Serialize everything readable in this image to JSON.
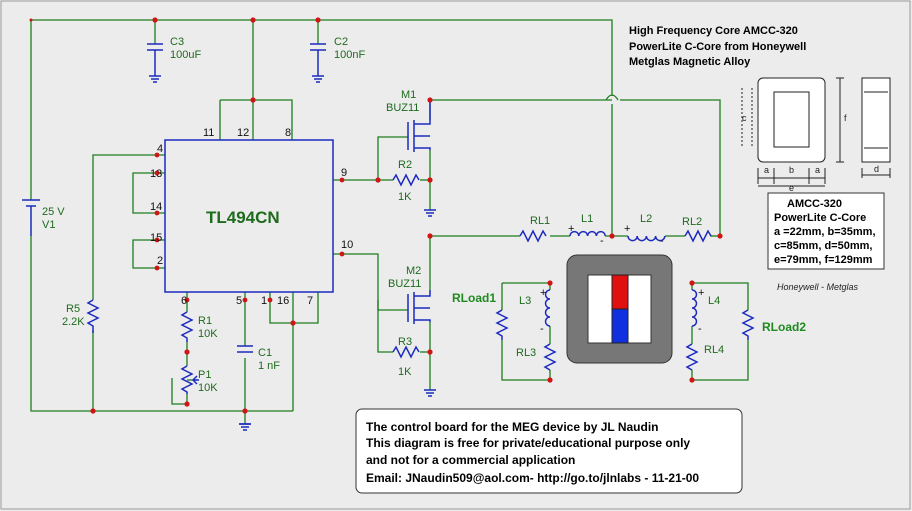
{
  "ic": {
    "name": "TL494CN",
    "pins": [
      "11",
      "12",
      "8",
      "4",
      "13",
      "14",
      "15",
      "2",
      "9",
      "10",
      "6",
      "5",
      "1",
      "16",
      "7"
    ]
  },
  "components": {
    "c3": [
      "C3",
      "100uF"
    ],
    "c2": [
      "C2",
      "100nF"
    ],
    "v1": [
      "25 V",
      "V1"
    ],
    "r5": [
      "R5",
      "2.2K"
    ],
    "r1": [
      "R1",
      "10K"
    ],
    "p1": [
      "P1",
      "10K"
    ],
    "c1": [
      "C1",
      "1 nF"
    ],
    "m1": [
      "M1",
      "BUZ11"
    ],
    "r2": [
      "R2",
      "1K"
    ],
    "m2": [
      "M2",
      "BUZ11"
    ],
    "r3": [
      "R3",
      "1K"
    ],
    "rl1": "RL1",
    "l1": "L1",
    "l2": "L2",
    "rl2": "RL2",
    "l3": "L3",
    "rl3": "RL3",
    "l4": "L4",
    "rl4": "RL4",
    "rload1": "RLoad1",
    "rload2": "RLoad2"
  },
  "core_info": {
    "lines": [
      "High Frequency Core AMCC-320",
      "PowerLite C-Core   from Honeywell",
      "Metglas Magnetic Alloy"
    ],
    "dims": [
      "c",
      "a",
      "b",
      "a",
      "e",
      "f",
      "d"
    ]
  },
  "spec_box": {
    "lines": [
      "AMCC-320",
      "PowerLite C-Core",
      "a =22mm, b=35mm,",
      "c=85mm, d=50mm,",
      "e=79mm, f=129mm"
    ],
    "caption": "Honeywell - Metglas"
  },
  "credits": {
    "lines": [
      "The control board for the MEG device by JL Naudin",
      "This diagram is free for private/educational purpose only",
      "and not for a commercial application",
      "Email: JNaudin509@aol.com- http://go.to/jlnlabs - 11-21-00"
    ]
  },
  "colors": {
    "wire": "#1e7d1e",
    "component": "#1c2bbf",
    "node": "#d01515",
    "magnet_n": "#e01010",
    "magnet_s": "#1030e0",
    "core": "#777777"
  }
}
